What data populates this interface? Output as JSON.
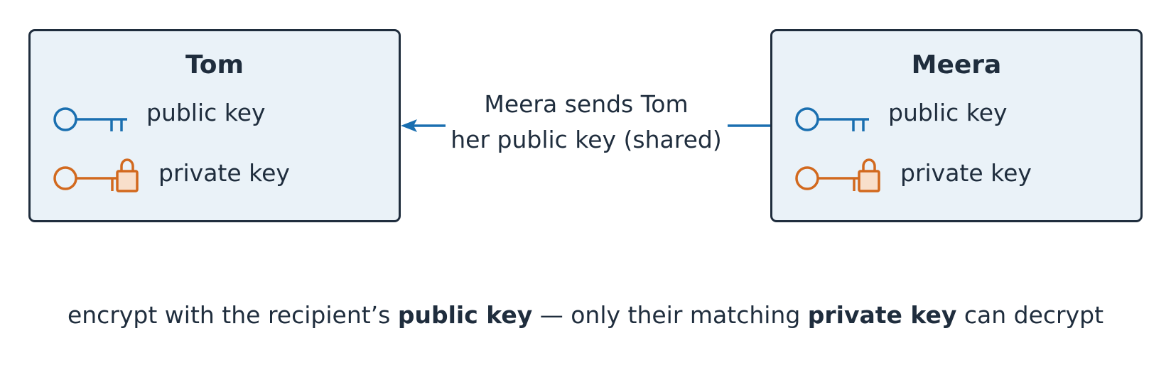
{
  "left_panel": {
    "title": "Tom",
    "public_key_label": "public key",
    "private_key_label": "private key"
  },
  "right_panel": {
    "title": "Meera",
    "public_key_label": "public key",
    "private_key_label": "private key"
  },
  "arrow": {
    "line1": "Meera sends Tom",
    "line2": "her public key (shared)",
    "color": "#1a6fb0"
  },
  "caption": {
    "part1": "encrypt with the recipient’s ",
    "bold1": "public key",
    "part2": " — only their matching ",
    "bold2": "private key",
    "part3": " can decrypt"
  },
  "icons": {
    "public_key": "key-icon",
    "private_key": "key-lock-icon"
  },
  "colors": {
    "panel_bg": "#eaf2f8",
    "border": "#1f2d3d",
    "public_key": "#1a6fb0",
    "private_key": "#d2691e",
    "lock_fill": "#f8dfcb"
  }
}
